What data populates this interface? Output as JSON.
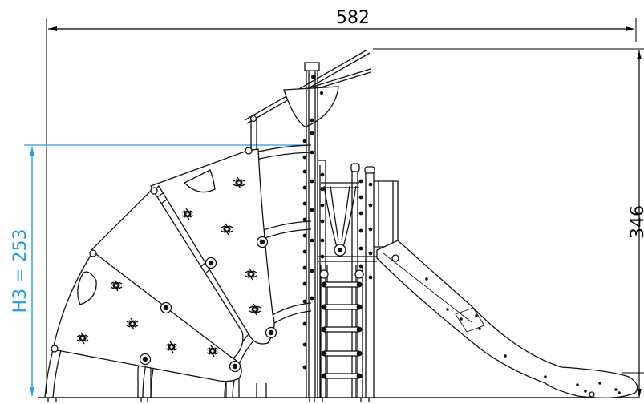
{
  "dimensions": {
    "width": {
      "value": "582"
    },
    "height": {
      "value": "346"
    },
    "fall_height": {
      "label": "H3 = 253"
    }
  },
  "colors": {
    "drawing_line": "#111111",
    "dimension_line": "#000000",
    "fall_height_accent": "#2b9be0"
  }
}
